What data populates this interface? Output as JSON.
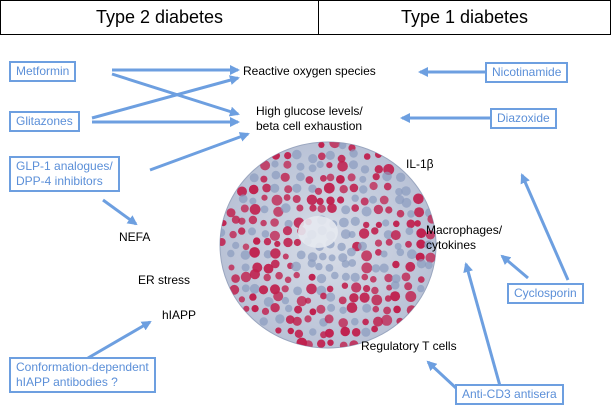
{
  "headers": {
    "left": "Type 2 diabetes",
    "right": "Type 1 diabetes"
  },
  "treatments": {
    "metformin": "Metformin",
    "glitazones": "Glitazones",
    "glp1_line1": "GLP-1 analogues/",
    "glp1_line2": "DPP-4 inhibitors",
    "conformation_line1": "Conformation-dependent",
    "conformation_line2": "hIAPP antibodies ?",
    "nicotinamide": "Nicotinamide",
    "diazoxide": "Diazoxide",
    "cyclosporin": "Cyclosporin",
    "anti_cd3": "Anti-CD3 antisera"
  },
  "factors": {
    "ros": "Reactive oxygen species",
    "glucose_line1": "High glucose levels/",
    "glucose_line2": "beta cell exhaustion",
    "nefa": "NEFA",
    "er_stress": "ER stress",
    "hiapp": "hIAPP",
    "il1b": "IL-1β",
    "macrophages_line1": "Macrophages/",
    "macrophages_line2": "cytokines",
    "tcells": "Regulatory T cells"
  },
  "colors": {
    "arrow": "#6d9fe0",
    "drug_text": "#5b8fd8",
    "islet_stain": "#c0204e",
    "islet_nuclei": "#8a9bbf"
  },
  "image": {
    "depicts": "islet-of-langerhans-micrograph"
  }
}
